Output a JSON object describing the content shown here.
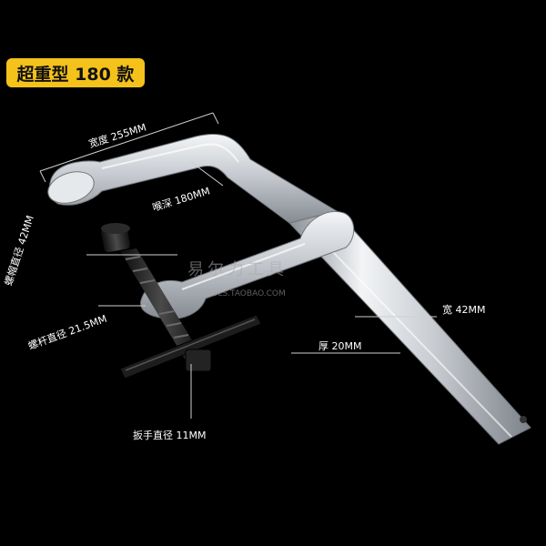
{
  "product": {
    "badge_text": "超重型 180 款"
  },
  "dimensions": {
    "width_label": "宽度 255MM",
    "throat_label": "喉深 180MM",
    "cap_diameter_label": "螺帽直径 42MM",
    "screw_diameter_label": "螺杆直径 21.5MM",
    "bar_width_label": "宽 42MM",
    "thickness_label": "厚 20MM",
    "handle_diameter_label": "扳手直径 11MM"
  },
  "watermark": {
    "cn": "易尔力工具",
    "url": "YIERLITOOLS.TAOBAO.COM"
  },
  "colors": {
    "background": "#000000",
    "badge": "#f4c21a",
    "label_text": "#ffffff",
    "metal": "#d9dde2",
    "screw": "#1e1e1e"
  }
}
